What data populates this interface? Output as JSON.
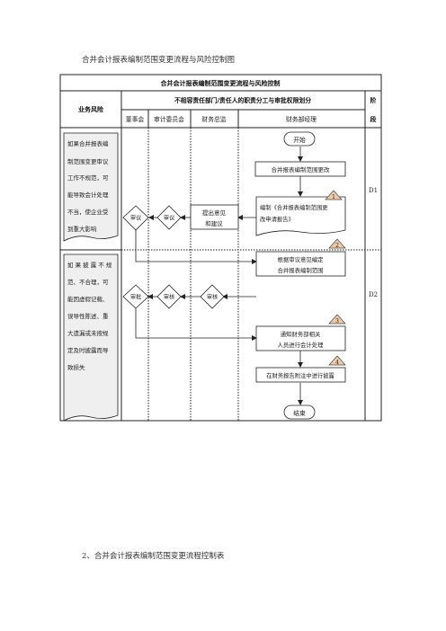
{
  "document": {
    "title": "合并会计报表编制范围变更流程与风险控制图",
    "caption": "2、合并会计报表编制范围变更流程控制表"
  },
  "table": {
    "title": "合并会计报表编制范围变更流程与风险控制",
    "risk_header": "业务风险",
    "responsibility_header": "不相容责任部门/责任人的职责分工与审批权限划分",
    "stage_header": "阶段",
    "columns": [
      "董事会",
      "审计委员会",
      "财务总监",
      "财务部经理"
    ],
    "risks": [
      [
        "如果合并报表编",
        "制范围变更审议",
        "工作不规范，可",
        "能导致会计处理",
        "不当，使企业受",
        "到重大影响"
      ],
      [
        "如 果 披 露 不 规",
        "范、不合理，可",
        "能因虚假记载、",
        "误导性陈述、重",
        "大遗漏或未按规",
        "定及时披露而导",
        "致损失"
      ]
    ],
    "stages": [
      "D1",
      "D2"
    ]
  },
  "flow": {
    "start": "开始",
    "step_change": "合并报表编制范围更改",
    "step_draft": [
      "编制《合并报表编制范围更",
      "改申请报告》"
    ],
    "step_review_board_1": "审议",
    "step_review_audit": "审议",
    "step_cfo_suggest": [
      "提出意见",
      "和建议"
    ],
    "step_determine": [
      "根据审议意见编定",
      "合并报表编制范围"
    ],
    "step_approve_board": "审批",
    "step_audit_check": "审核",
    "step_cfo_check": "审核",
    "step_notify": [
      "通知财务部相关",
      "人员进行会计处理"
    ],
    "step_disclose": "在财务报告附注中进行披露",
    "end": "结束",
    "markers": [
      "1",
      "2",
      "3",
      "4"
    ]
  }
}
